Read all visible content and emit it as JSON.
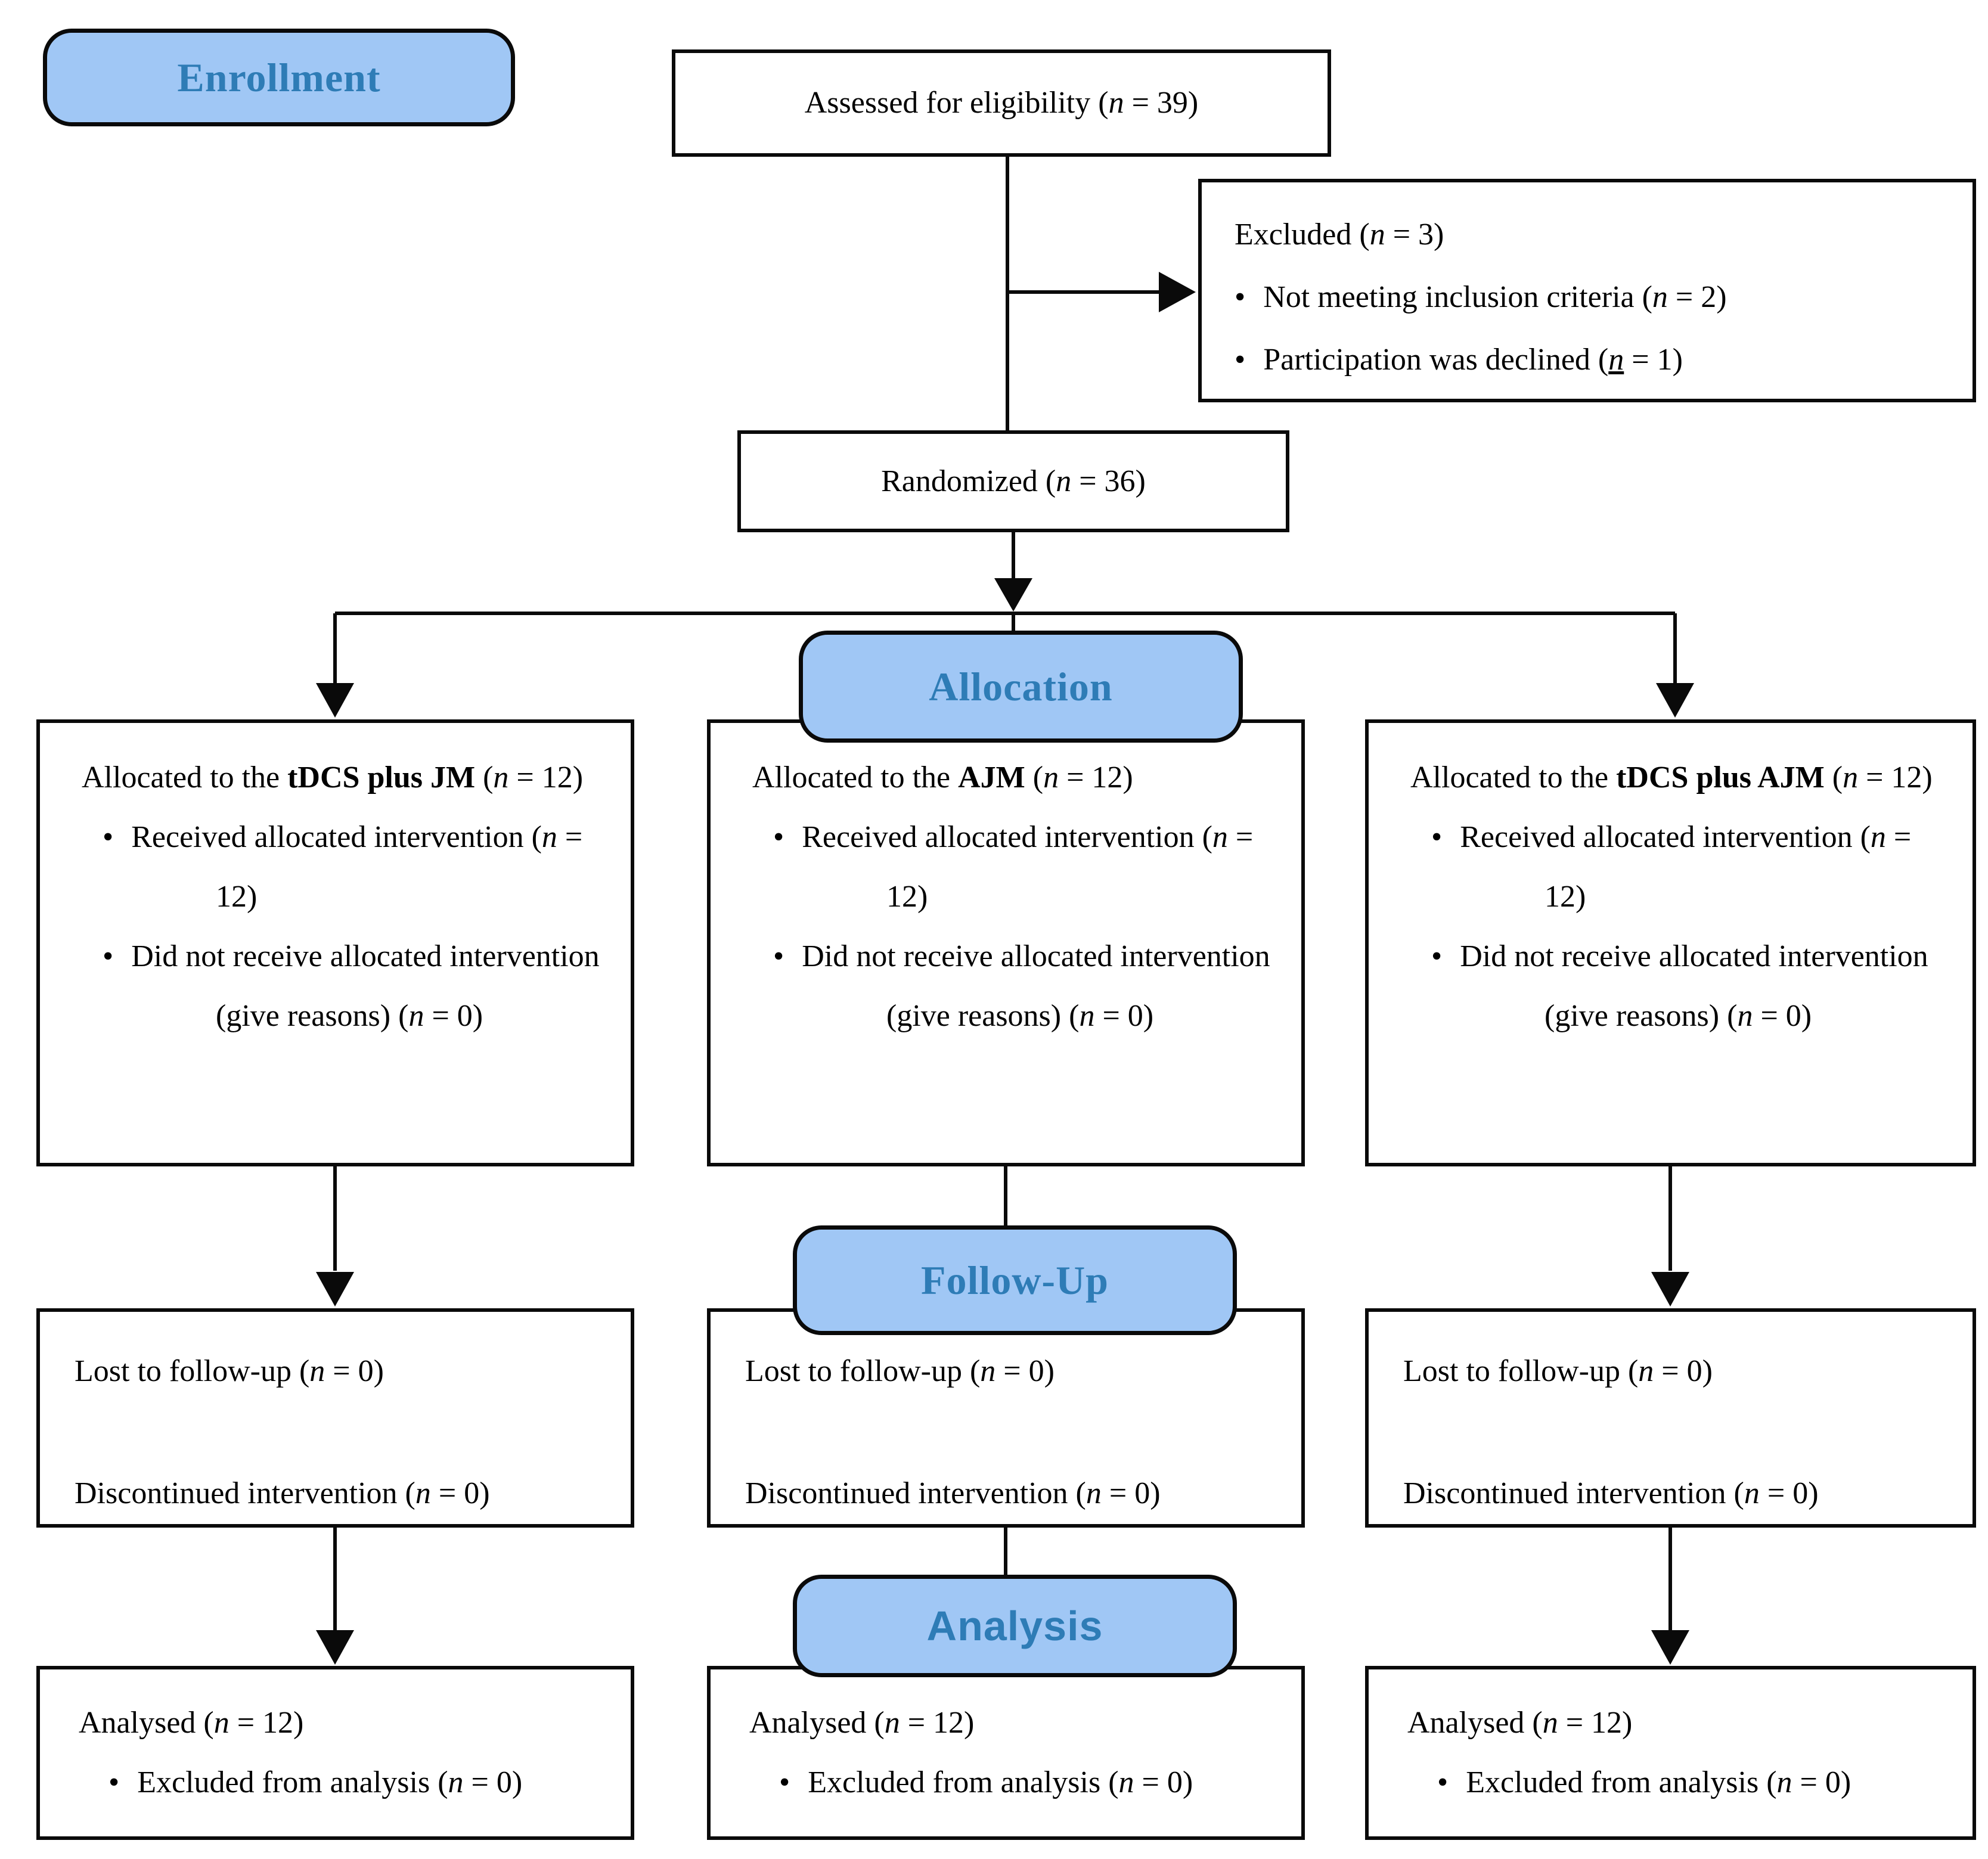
{
  "colors": {
    "banner_fill": "#A0C7F5",
    "banner_text": "#2E7CB6",
    "border": "#0a0a0a"
  },
  "banners": {
    "enrollment": "Enrollment",
    "allocation": "Allocation",
    "followup": "Follow-Up",
    "analysis": "Analysis"
  },
  "enrollment": {
    "assessed": [
      [
        "Assessed for eligibility (",
        ""
      ],
      [
        "n",
        "i"
      ],
      [
        " = 39)",
        ""
      ]
    ],
    "excluded": {
      "title": [
        [
          "Excluded (",
          ""
        ],
        [
          "n",
          "i"
        ],
        [
          " = 3)",
          ""
        ]
      ],
      "bullets": [
        [
          [
            "Not meeting inclusion criteria (",
            ""
          ],
          [
            "n",
            "i"
          ],
          [
            " = 2)",
            ""
          ]
        ],
        [
          [
            "Participation was declined (",
            ""
          ],
          [
            "n",
            "iu"
          ],
          [
            " = 1)",
            ""
          ]
        ]
      ]
    },
    "randomized": [
      [
        "Randomized (",
        ""
      ],
      [
        "n",
        "i"
      ],
      [
        " = 36)",
        ""
      ]
    ]
  },
  "columns": [
    {
      "group": "tdcs-plus-jm",
      "allocation": {
        "title": [
          [
            "Allocated to the ",
            ""
          ],
          [
            "tDCS plus  JM",
            "b"
          ],
          [
            " (",
            ""
          ],
          [
            "n",
            "i"
          ],
          [
            " = 12)",
            ""
          ]
        ],
        "bullets": [
          [
            [
              "Received allocated intervention (",
              ""
            ],
            [
              "n",
              "i"
            ],
            [
              " = 12)",
              ""
            ]
          ],
          [
            [
              "Did not receive allocated intervention (give reasons) (",
              ""
            ],
            [
              "n",
              "i"
            ],
            [
              " = 0)",
              ""
            ]
          ]
        ]
      },
      "followup": {
        "lost": [
          [
            "Lost to follow-up (",
            ""
          ],
          [
            "n",
            "i"
          ],
          [
            " = 0)",
            ""
          ]
        ],
        "discontinued": [
          [
            "Discontinued intervention (",
            ""
          ],
          [
            "n",
            "i"
          ],
          [
            " = 0)",
            ""
          ]
        ]
      },
      "analysis": {
        "title": [
          [
            "Analysed (",
            ""
          ],
          [
            "n",
            "i"
          ],
          [
            " = 12)",
            ""
          ]
        ],
        "bullets": [
          [
            [
              "Excluded from analysis (",
              ""
            ],
            [
              "n",
              "i"
            ],
            [
              " = 0)",
              ""
            ]
          ]
        ]
      }
    },
    {
      "group": "ajm",
      "allocation": {
        "title": [
          [
            "Allocated to the ",
            ""
          ],
          [
            "AJM",
            "b"
          ],
          [
            " (",
            ""
          ],
          [
            "n",
            "i"
          ],
          [
            " = 12)",
            ""
          ]
        ],
        "bullets": [
          [
            [
              "Received allocated intervention (",
              ""
            ],
            [
              "n",
              "i"
            ],
            [
              " = 12)",
              ""
            ]
          ],
          [
            [
              "Did not receive allocated intervention (give reasons) (",
              ""
            ],
            [
              "n",
              "i"
            ],
            [
              " = 0)",
              ""
            ]
          ]
        ]
      },
      "followup": {
        "lost": [
          [
            "Lost to follow-up (",
            ""
          ],
          [
            "n",
            "i"
          ],
          [
            " = 0)",
            ""
          ]
        ],
        "discontinued": [
          [
            "Discontinued intervention (",
            ""
          ],
          [
            "n",
            "i"
          ],
          [
            " = 0)",
            ""
          ]
        ]
      },
      "analysis": {
        "title": [
          [
            "Analysed (",
            ""
          ],
          [
            "n",
            "i"
          ],
          [
            " = 12)",
            ""
          ]
        ],
        "bullets": [
          [
            [
              "Excluded from analysis (",
              ""
            ],
            [
              "n",
              "i"
            ],
            [
              " = 0)",
              ""
            ]
          ]
        ]
      }
    },
    {
      "group": "tdcs-plus-ajm",
      "allocation": {
        "title": [
          [
            "Allocated to the ",
            ""
          ],
          [
            "tDCS plus AJM",
            "b"
          ],
          [
            " (",
            ""
          ],
          [
            "n",
            "i"
          ],
          [
            " = 12)",
            ""
          ]
        ],
        "bullets": [
          [
            [
              "Received allocated intervention (",
              ""
            ],
            [
              "n",
              "i"
            ],
            [
              " = 12)",
              ""
            ]
          ],
          [
            [
              "Did not receive allocated intervention (give reasons) (",
              ""
            ],
            [
              "n",
              "i"
            ],
            [
              " = 0)",
              ""
            ]
          ]
        ]
      },
      "followup": {
        "lost": [
          [
            "Lost to follow-up (",
            ""
          ],
          [
            "n",
            "i"
          ],
          [
            " = 0)",
            ""
          ]
        ],
        "discontinued": [
          [
            "Discontinued intervention (",
            ""
          ],
          [
            "n",
            "i"
          ],
          [
            " = 0)",
            ""
          ]
        ]
      },
      "analysis": {
        "title": [
          [
            "Analysed (",
            ""
          ],
          [
            "n",
            "i"
          ],
          [
            " = 12)",
            ""
          ]
        ],
        "bullets": [
          [
            [
              "Excluded from analysis (",
              ""
            ],
            [
              "n",
              "i"
            ],
            [
              " = 0)",
              ""
            ]
          ]
        ]
      }
    }
  ]
}
